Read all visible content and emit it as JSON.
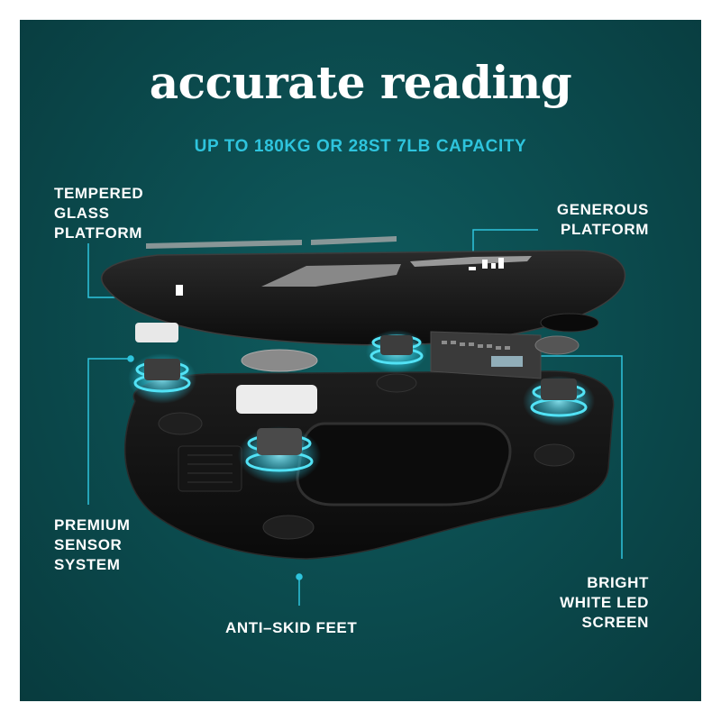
{
  "headline": "accurate reading",
  "subheadline": "UP TO 180KG OR 28ST 7LB CAPACITY",
  "callouts": {
    "tempered_glass": [
      "TEMPERED",
      "GLASS",
      "PLATFORM"
    ],
    "generous_platform": [
      "GENEROUS",
      "PLATFORM"
    ],
    "premium_sensor": [
      "PREMIUM",
      "SENSOR",
      "SYSTEM"
    ],
    "anti_skid": [
      "ANTI–SKID FEET"
    ],
    "led_screen": [
      "BRIGHT",
      "WHITE LED",
      "SCREEN"
    ]
  },
  "colors": {
    "background": "#0b4a4d",
    "accent": "#2ec4dd",
    "text": "#ffffff",
    "scale_black": "#141414"
  },
  "icons": [
    "sensor-ring-icon",
    "led-board-icon",
    "battery-icon"
  ]
}
